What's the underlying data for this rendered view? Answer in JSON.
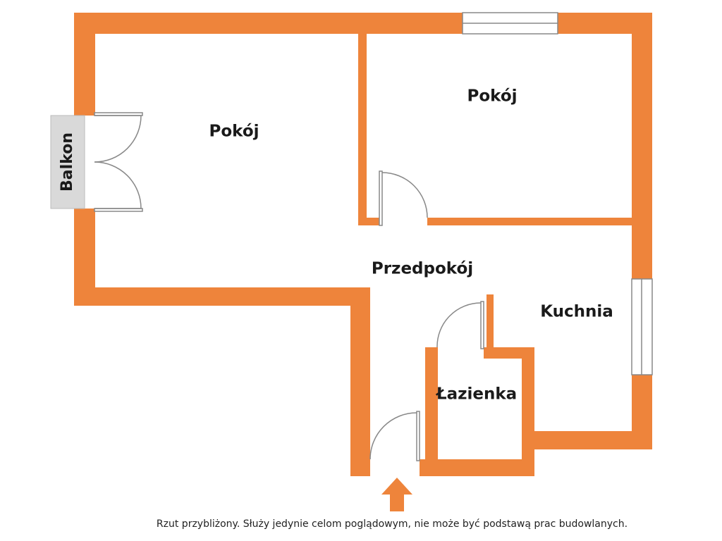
{
  "rooms": {
    "pokoj_left": "Pokój",
    "pokoj_right": "Pokój",
    "przedpokoj": "Przedpokój",
    "kuchnia": "Kuchnia",
    "lazienka": "Łazienka",
    "balkon": "Balkon"
  },
  "disclaimer": "Rzut przybliżony. Służy jedynie celom poglądowym, nie może być podstawą prac budowlanych.",
  "colors": {
    "wall": "#ee843b",
    "balcony": "#d9d9d9",
    "line": "#888888"
  },
  "icons": {
    "entrance": "entrance-arrow-icon"
  }
}
